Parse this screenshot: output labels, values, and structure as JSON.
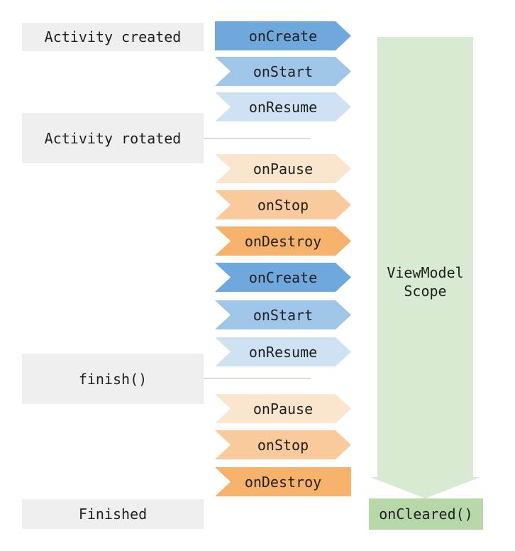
{
  "palette": {
    "blue_dark": "#6fa8dc",
    "blue_mid": "#9fc5e8",
    "blue_light": "#cfe2f3",
    "orange_light": "#fce5cd",
    "orange_mid": "#f9cb9c",
    "orange_dark": "#f6b26b",
    "green_light": "#d9ead3",
    "green_mid": "#b6d7a8",
    "stage_box": "#efefef",
    "connector_line": "#dcdcdc",
    "text": "#1f1f1f",
    "background": "#ffffff"
  },
  "stages": [
    {
      "label": "Activity created"
    },
    {
      "label": "Activity rotated"
    },
    {
      "label": "finish()"
    },
    {
      "label": "Finished"
    }
  ],
  "lifecycle": {
    "arrows": [
      {
        "label": "onCreate"
      },
      {
        "label": "onStart"
      },
      {
        "label": "onResume"
      },
      {
        "label": "onPause"
      },
      {
        "label": "onStop"
      },
      {
        "label": "onDestroy"
      },
      {
        "label": "onCreate"
      },
      {
        "label": "onStart"
      },
      {
        "label": "onResume"
      },
      {
        "label": "onPause"
      },
      {
        "label": "onStop"
      },
      {
        "label": "onDestroy"
      }
    ]
  },
  "viewmodel": {
    "scope_label": "ViewModel\nScope",
    "oncleared_label": "onCleared()"
  }
}
